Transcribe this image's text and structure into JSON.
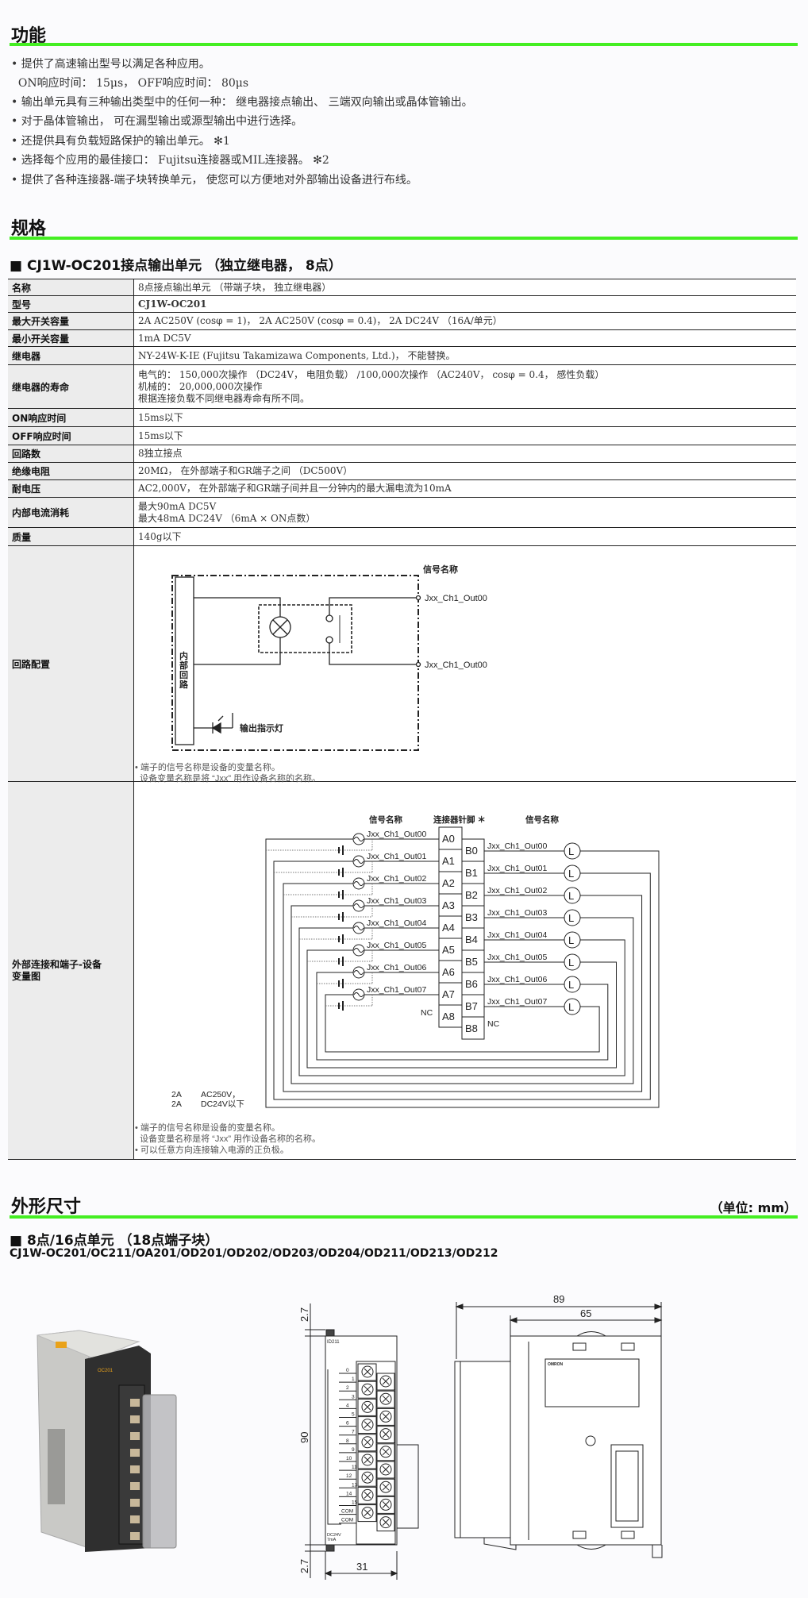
{
  "features": {
    "title": "功能",
    "bullets": [
      "• 提供了高速输出型号以满足各种应用。",
      "  ON响应时间： 15μs， OFF响应时间： 80μs",
      "• 输出单元具有三种输出类型中的任何一种： 继电器接点输出、 三端双向输出或晶体管输出。",
      "• 对于晶体管输出， 可在漏型输出或源型输出中进行选择。",
      "• 还提供具有负载短路保护的输出单元。 ✻1",
      "• 选择每个应用的最佳接口： Fujitsu连接器或MIL连接器。 ✻2",
      "• 提供了各种连接器-端子块转换单元， 使您可以方便地对外部输出设备进行布线。"
    ]
  },
  "specs": {
    "title": "规格",
    "subtitle": "■ CJ1W-OC201接点输出单元 （独立继电器， 8点）",
    "rows": [
      {
        "key": "名称",
        "lines": [
          "8点接点输出单元 （带端子块， 独立继电器）"
        ]
      },
      {
        "key": "型号",
        "lines": [
          "CJ1W-OC201"
        ]
      },
      {
        "key": "最大开关容量",
        "lines": [
          "2A AC250V (cosφ = 1)， 2A AC250V (cosφ = 0.4)， 2A DC24V （16A/单元）"
        ]
      },
      {
        "key": "最小开关容量",
        "lines": [
          "1mA DC5V"
        ]
      },
      {
        "key": "继电器",
        "lines": [
          "NY-24W-K-IE (Fujitsu Takamizawa Components, Ltd.)， 不能替换。"
        ]
      },
      {
        "key": "继电器的寿命",
        "lines": [
          "电气的： 150,000次操作 （DC24V， 电阻负载） /100,000次操作 （AC240V， cosφ = 0.4， 感性负载）",
          "机械的： 20,000,000次操作",
          "根据连接负载不同继电器寿命有所不同。"
        ]
      },
      {
        "key": "ON响应时间",
        "lines": [
          "15ms以下"
        ]
      },
      {
        "key": "OFF响应时间",
        "lines": [
          "15ms以下"
        ]
      },
      {
        "key": "回路数",
        "lines": [
          "8独立接点"
        ]
      },
      {
        "key": "绝缘电阻",
        "lines": [
          "20MΩ， 在外部端子和GR端子之间 （DC500V）"
        ]
      },
      {
        "key": "耐电压",
        "lines": [
          "AC2,000V， 在外部端子和GR端子间并且一分钟内的最大漏电流为10mA"
        ]
      },
      {
        "key": "内部电流消耗",
        "lines": [
          "最大90mA DC5V",
          "最大48mA DC24V （6mA × ON点数）"
        ]
      },
      {
        "key": "质量",
        "lines": [
          "140g以下"
        ]
      }
    ],
    "circuit": {
      "key": "回路配置",
      "signal_header": "信号名称",
      "internal": [
        "内",
        "部",
        "回",
        "路"
      ],
      "terminal_top": "Jxx_Ch1_Out00",
      "terminal_bottom": "Jxx_Ch1_Out00",
      "led_label": "输出指示灯",
      "notes": [
        "• 端子的信号名称是设备的变量名称。",
        "  设备变量名称是将 “Jxx” 用作设备名称的名称。"
      ]
    },
    "wiring": {
      "key_lines": [
        "外部连接和端子-设备",
        "变量图"
      ],
      "left_header": "信号名称",
      "pin_header": "连接器针脚 ＊",
      "right_header": "信号名称",
      "left_signals": [
        "Jxx_Ch1_Out00",
        "Jxx_Ch1_Out01",
        "Jxx_Ch1_Out02",
        "Jxx_Ch1_Out03",
        "Jxx_Ch1_Out04",
        "Jxx_Ch1_Out05",
        "Jxx_Ch1_Out06",
        "Jxx_Ch1_Out07"
      ],
      "right_signals": [
        "Jxx_Ch1_Out00",
        "Jxx_Ch1_Out01",
        "Jxx_Ch1_Out02",
        "Jxx_Ch1_Out03",
        "Jxx_Ch1_Out04",
        "Jxx_Ch1_Out05",
        "Jxx_Ch1_Out06",
        "Jxx_Ch1_Out07"
      ],
      "a_pins": [
        "A0",
        "A1",
        "A2",
        "A3",
        "A4",
        "A5",
        "A6",
        "A7",
        "A8"
      ],
      "b_pins": [
        "B0",
        "B1",
        "B2",
        "B3",
        "B4",
        "B5",
        "B6",
        "B7",
        "B8"
      ],
      "nc_left": "NC",
      "nc_right": "NC",
      "load_symbol": "L",
      "rating": [
        [
          "2A",
          "AC250V，"
        ],
        [
          "2A",
          "DC24V以下"
        ]
      ],
      "notes": [
        "• 端子的信号名称是设备的变量名称。",
        "  设备变量名称是将 “Jxx” 用作设备名称的名称。",
        "• 可以任意方向连接输入电源的正负极。"
      ]
    }
  },
  "dimensions": {
    "title": "外形尺寸",
    "unit": "（单位: mm）",
    "subtitle": "■ 8点/16点单元 （18点端子块）",
    "models": "CJ1W-OC201/OC211/OA201/OD201/OD202/OD203/OD204/OD211/OD213/OD212",
    "front": {
      "top_margin": "2.7",
      "height": "90",
      "bottom_margin": "2.7",
      "width": "31",
      "model_label": "ID211",
      "power_label": [
        "DC24V",
        "7mA"
      ],
      "terminals": [
        "0",
        "1",
        "2",
        "3",
        "4",
        "5",
        "6",
        "7",
        "8",
        "9",
        "10",
        "11",
        "12",
        "13",
        "14",
        "15",
        "COM",
        "COM"
      ]
    },
    "side": {
      "depth_total": "89",
      "depth_body": "65",
      "brand": "OMRON"
    }
  }
}
